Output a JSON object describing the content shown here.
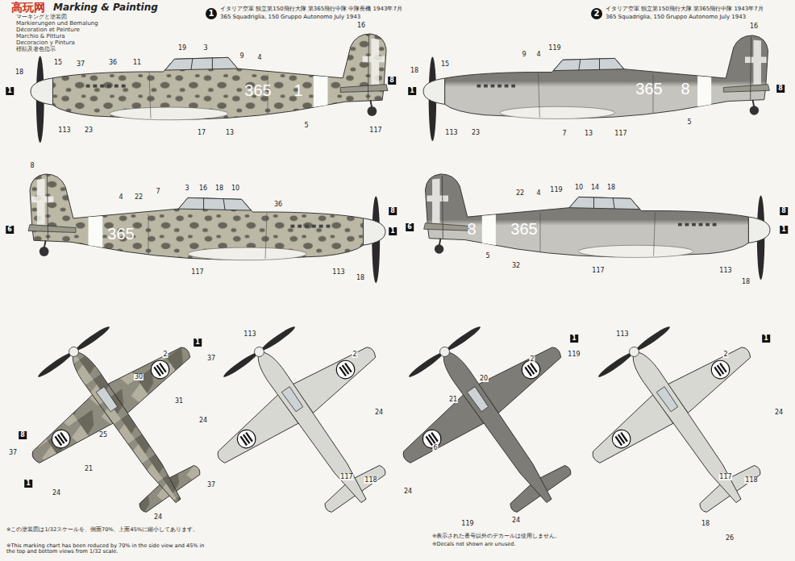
{
  "diagram": {
    "nodes": [
      {
        "text": [
          "1",
          "イタリア空軍 独立第150飛行大隊 第365飛行中隊 中隊長機 1943年7月",
          "365 Squadriglia, 150 Gruppo Autonomo July 1943"
        ]
      },
      {
        "text": [
          "2",
          "イタリア空軍 独立第150飛行大隊 第365飛行中隊 1943年7月",
          "365 Squadriglia, 150 Gruppo Autonomo July 1943"
        ]
      }
    ],
    "labels": [
      "高玩网",
      "Marking & Painting",
      "マーキングと塗装図",
      "Markierungen und Bemalung",
      "Décoration et Peinture",
      "Marchio & Pittura",
      "Decoracion y Pintura",
      "標貼及著色指示",
      "365",
      "1",
      "365",
      "365",
      "8",
      "8",
      "365",
      "18",
      "1",
      "15",
      "37",
      "36",
      "11",
      "19",
      "3",
      "9",
      "4",
      "16",
      "8",
      "117",
      "5",
      "17",
      "13",
      "113",
      "23",
      "8",
      "6",
      "4",
      "22",
      "7",
      "3",
      "16",
      "18",
      "10",
      "36",
      "117",
      "113",
      "18",
      "1",
      "8",
      "1",
      "18",
      "15",
      "9",
      "4",
      "119",
      "16",
      "8",
      "117",
      "113",
      "23",
      "5",
      "7",
      "13",
      "6",
      "22",
      "4",
      "119",
      "10",
      "14",
      "18",
      "117",
      "113",
      "18",
      "1",
      "8",
      "32",
      "5",
      "1",
      "37",
      "2",
      "30",
      "31",
      "24",
      "25",
      "21",
      "8",
      "37",
      "1",
      "24",
      "37",
      "24",
      "113",
      "2",
      "24",
      "117",
      "118",
      "1",
      "119",
      "2",
      "20",
      "21",
      "6",
      "24",
      "119",
      "24",
      "1",
      "2",
      "113",
      "117",
      "118",
      "24",
      "18",
      "26",
      "※この塗装図は1/32スケールを、側面70%、上面45%に縮小してあります。",
      "※This marking chart has been reduced by 70% in the side view and 45% in the top and bottom views from 1/32 scale.",
      "※表示された番号以外のデカールは使用しません。",
      "※Decals not shown are unused."
    ]
  }
}
